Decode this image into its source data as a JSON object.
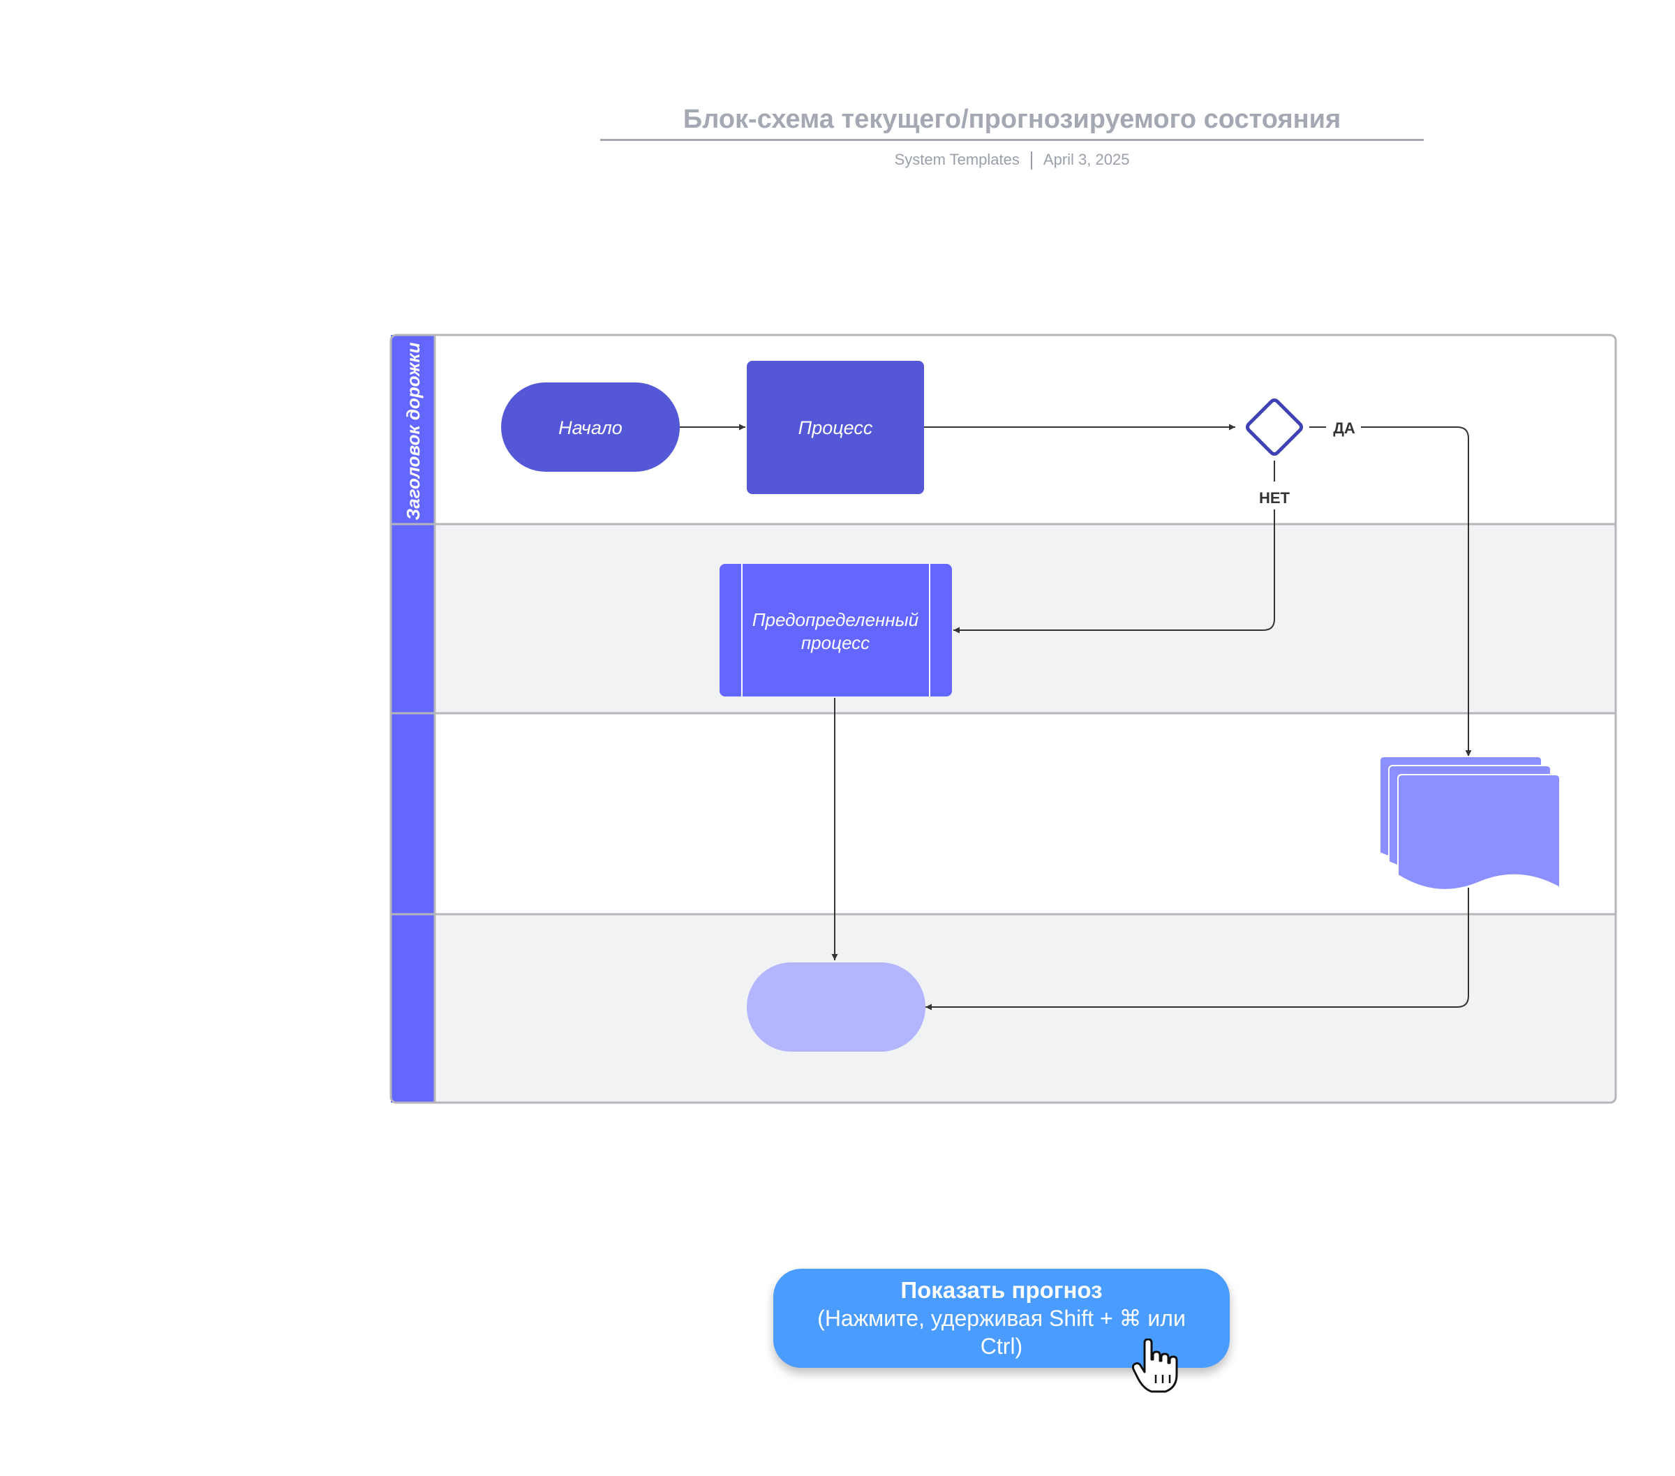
{
  "header": {
    "title": "Блок-схема текущего/прогнозируемого состояния",
    "author": "System Templates",
    "date": "April 3, 2025"
  },
  "swimlane": {
    "lane_title": "Заголовок дорожки"
  },
  "nodes": {
    "start": "Начало",
    "process": "Процесс",
    "predefined_line1": "Предопределенный",
    "predefined_line2": "процесс"
  },
  "edges": {
    "yes": "ДА",
    "no": "НЕТ"
  },
  "cta": {
    "title": "Показать прогноз",
    "hint": "(Нажмите, удерживая Shift + ⌘ или Ctrl)"
  },
  "colors": {
    "dark_indigo": "#5558d6",
    "lane_header": "#6366ff",
    "document": "#8c8fff",
    "terminator_light": "#b3b5ff",
    "cta": "#4a9cff",
    "lane_alt": "#f1f2f4"
  },
  "icons": {
    "cursor": "hand-pointer-icon"
  }
}
